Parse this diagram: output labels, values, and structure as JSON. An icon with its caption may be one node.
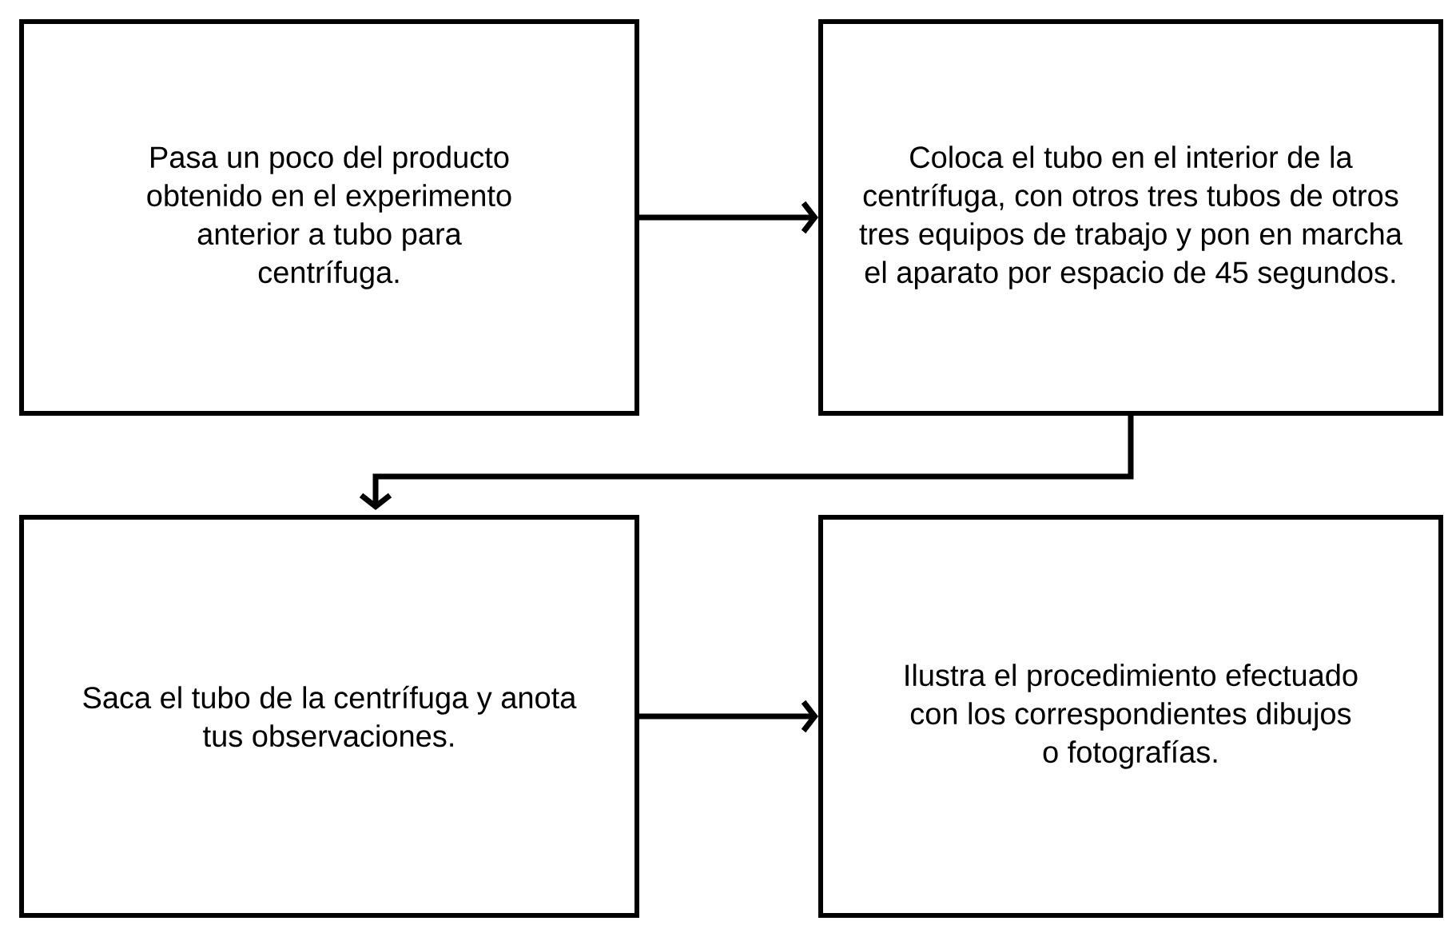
{
  "diagram": {
    "nodes": [
      {
        "text": [
          "Pasa un poco del producto obtenido en el experimento anterior a tubo para centrífuga."
        ]
      },
      {
        "text": [
          "Coloca el tubo en el interior de la centrífuga, con otros tres tubos de otros tres equipos de trabajo y pon en marcha el aparato por espacio de 45 segundos."
        ]
      },
      {
        "text": [
          "Saca el tubo de la centrífuga y anota tus observaciones."
        ]
      },
      {
        "text": [
          "Ilustra el procedimiento efectuado con los correspondientes dibujos o fotografías."
        ]
      }
    ],
    "edges": [
      {
        "from": 0,
        "to": 1,
        "arrow": "to"
      },
      {
        "from": 1,
        "to": 2,
        "arrow": "to"
      },
      {
        "from": 2,
        "to": 3,
        "arrow": "to"
      }
    ]
  }
}
